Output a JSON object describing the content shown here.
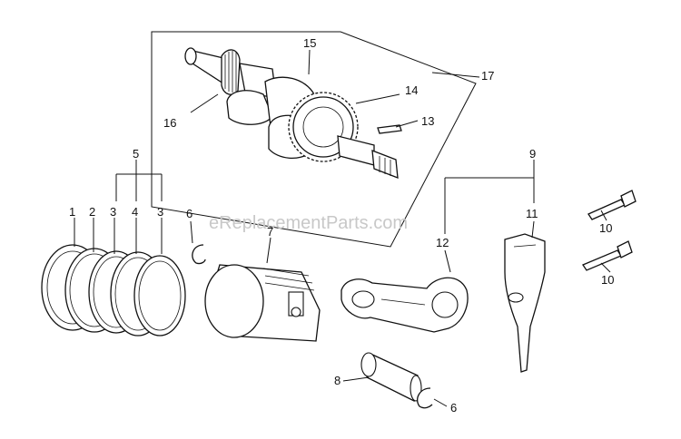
{
  "watermark": "eReplacementParts.com",
  "callouts": [
    {
      "id": "c1",
      "text": "1"
    },
    {
      "id": "c2",
      "text": "2"
    },
    {
      "id": "c3a",
      "text": "3"
    },
    {
      "id": "c4",
      "text": "4"
    },
    {
      "id": "c3b",
      "text": "3"
    },
    {
      "id": "c5",
      "text": "5"
    },
    {
      "id": "c6a",
      "text": "6"
    },
    {
      "id": "c7",
      "text": "7"
    },
    {
      "id": "c8",
      "text": "8"
    },
    {
      "id": "c6b",
      "text": "6"
    },
    {
      "id": "c9",
      "text": "9"
    },
    {
      "id": "c10a",
      "text": "10"
    },
    {
      "id": "c10b",
      "text": "10"
    },
    {
      "id": "c11",
      "text": "11"
    },
    {
      "id": "c12",
      "text": "12"
    },
    {
      "id": "c13",
      "text": "13"
    },
    {
      "id": "c14",
      "text": "14"
    },
    {
      "id": "c15",
      "text": "15"
    },
    {
      "id": "c16",
      "text": "16"
    },
    {
      "id": "c17",
      "text": "17"
    }
  ]
}
